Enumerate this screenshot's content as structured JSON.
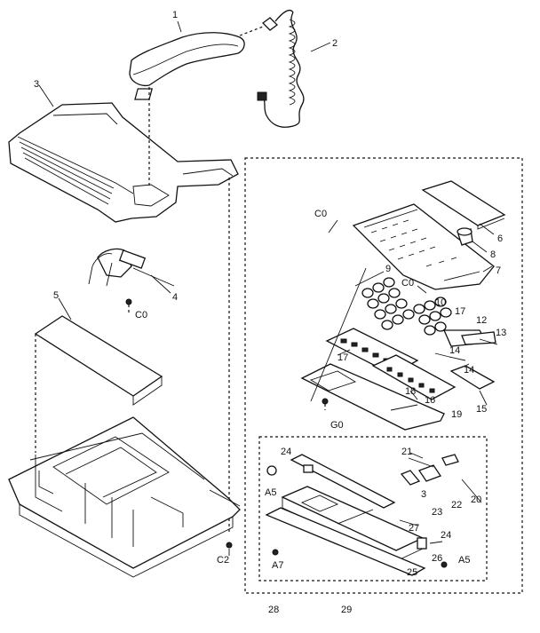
{
  "labels": {
    "l1": "1",
    "l2": "2",
    "l3": "3",
    "l4": "4",
    "l5": "5",
    "l6": "6",
    "l7": "7",
    "l8": "8",
    "l9": "9",
    "l10": "10",
    "l12": "12",
    "l13": "13",
    "l14a": "14",
    "l14b": "14",
    "l15": "15",
    "l16": "16",
    "l17a": "17",
    "l17b": "17",
    "l18": "18",
    "l19": "19",
    "l20": "20",
    "l21": "21",
    "l22": "22",
    "l23": "23",
    "l24a": "24",
    "l24b": "24",
    "l25": "25",
    "l26": "26",
    "l27": "27",
    "l28": "28",
    "l29": "29",
    "c0a": "C0",
    "c0b": "C0",
    "c0c": "C0",
    "g0": "G0",
    "c2": "C2",
    "a5a": "A5",
    "a5b": "A5",
    "a7": "A7",
    "l3b": "3"
  }
}
